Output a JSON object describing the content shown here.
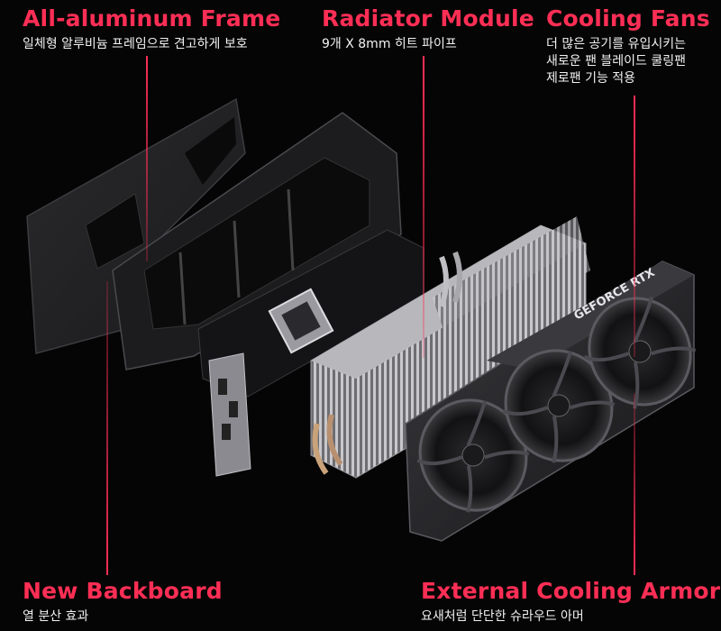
{
  "callouts": {
    "frame": {
      "title": "All-aluminum Frame",
      "desc": [
        "일체형 알루비늄 프레임으로 견고하게 보호"
      ]
    },
    "radiator": {
      "title": "Radiator Module",
      "desc": [
        "9개 X 8mm 히트 파이프"
      ]
    },
    "fans": {
      "title": "Cooling Fans",
      "desc": [
        "더 많은 공기를 유입시키는",
        "새로운 팬 블레이드 쿨링팬",
        "제로팬 기능 적용"
      ]
    },
    "backboard": {
      "title": "New Backboard",
      "desc": [
        "열 분산 효과"
      ]
    },
    "armor": {
      "title": "External Cooling Armor",
      "desc": [
        "요새처럼 단단한 슈라우드 아머"
      ]
    }
  },
  "product": {
    "shroud_text": "GEFORCE RTX"
  },
  "colors": {
    "accent": "#ff2e55",
    "background": "#050505",
    "text": "#f2f2f2"
  }
}
